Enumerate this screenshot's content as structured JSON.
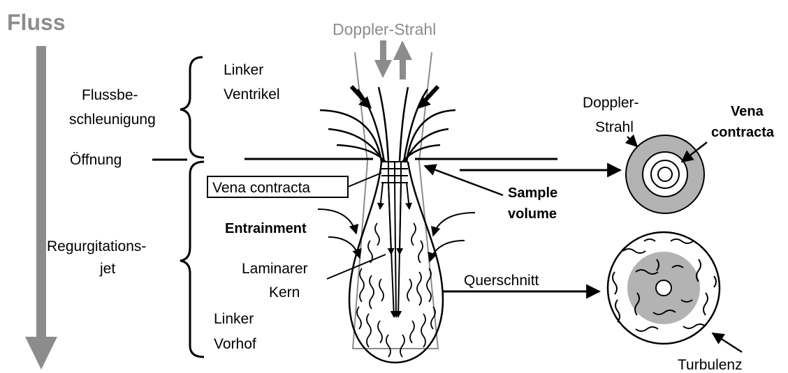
{
  "title": "Fluss",
  "beam_label": "Doppler-Strahl",
  "left_labels": {
    "flow_acceleration_1": "Flussbe-",
    "flow_acceleration_2": "schleunigung",
    "orifice": "Öffnung",
    "vena_contracta": "Vena contracta",
    "jet_1": "Regurgitations-",
    "jet_2": "jet"
  },
  "chamber_labels": {
    "lv_1": "Linker",
    "lv_2": "Ventrikel",
    "la_1": "Linker",
    "la_2": "Vorhof"
  },
  "inner_labels": {
    "entrainment": "Entrainment",
    "laminar_1": "Laminarer",
    "laminar_2": "Kern"
  },
  "right_labels": {
    "sample_1": "Sample",
    "sample_2": "volume",
    "cross_section": "Querschnitt",
    "doppler_1": "Doppler-",
    "doppler_2": "Strahl",
    "vena_1": "Vena",
    "vena_2": "contracta",
    "turbulence": "Turbulenz"
  },
  "colors": {
    "gray_arrow": "#8c8c8c",
    "beam": "#8c8c8c",
    "disc_fill": "#b3b3b3",
    "line": "#000000"
  }
}
